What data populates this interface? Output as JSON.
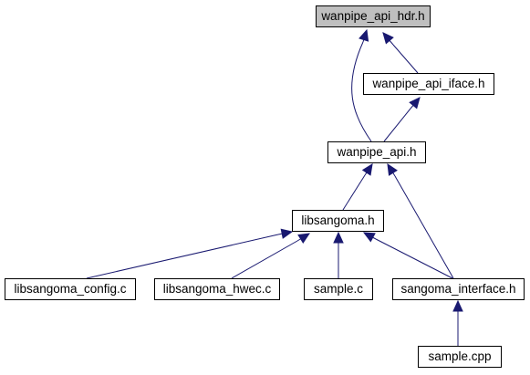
{
  "graph": {
    "colors": {
      "edge": "#191970",
      "node_fill": "#ffffff",
      "root_fill": "#bfbfbf",
      "node_border": "#000000"
    },
    "nodes": [
      {
        "id": "n_hdr",
        "name": "node-wanpipe-api-hdr",
        "label": "wanpipe_api_hdr.h",
        "root": true
      },
      {
        "id": "n_iface",
        "name": "node-wanpipe-api-iface",
        "label": "wanpipe_api_iface.h",
        "root": false
      },
      {
        "id": "n_api",
        "name": "node-wanpipe-api",
        "label": "wanpipe_api.h",
        "root": false
      },
      {
        "id": "n_libsangoma",
        "name": "node-libsangoma-h",
        "label": "libsangoma.h",
        "root": false
      },
      {
        "id": "n_config",
        "name": "node-libsangoma-config-c",
        "label": "libsangoma_config.c",
        "root": false
      },
      {
        "id": "n_hwec",
        "name": "node-libsangoma-hwec-c",
        "label": "libsangoma_hwec.c",
        "root": false
      },
      {
        "id": "n_sample_c",
        "name": "node-sample-c",
        "label": "sample.c",
        "root": false
      },
      {
        "id": "n_interface",
        "name": "node-sangoma-interface-h",
        "label": "sangoma_interface.h",
        "root": false
      },
      {
        "id": "n_sample_cpp",
        "name": "node-sample-cpp",
        "label": "sample.cpp",
        "root": false
      }
    ],
    "edges": [
      {
        "from": "n_iface",
        "to": "n_hdr"
      },
      {
        "from": "n_api",
        "to": "n_hdr"
      },
      {
        "from": "n_api",
        "to": "n_iface"
      },
      {
        "from": "n_libsangoma",
        "to": "n_api"
      },
      {
        "from": "n_interface",
        "to": "n_api"
      },
      {
        "from": "n_config",
        "to": "n_libsangoma"
      },
      {
        "from": "n_hwec",
        "to": "n_libsangoma"
      },
      {
        "from": "n_sample_c",
        "to": "n_libsangoma"
      },
      {
        "from": "n_interface",
        "to": "n_libsangoma"
      },
      {
        "from": "n_sample_cpp",
        "to": "n_interface"
      }
    ]
  }
}
